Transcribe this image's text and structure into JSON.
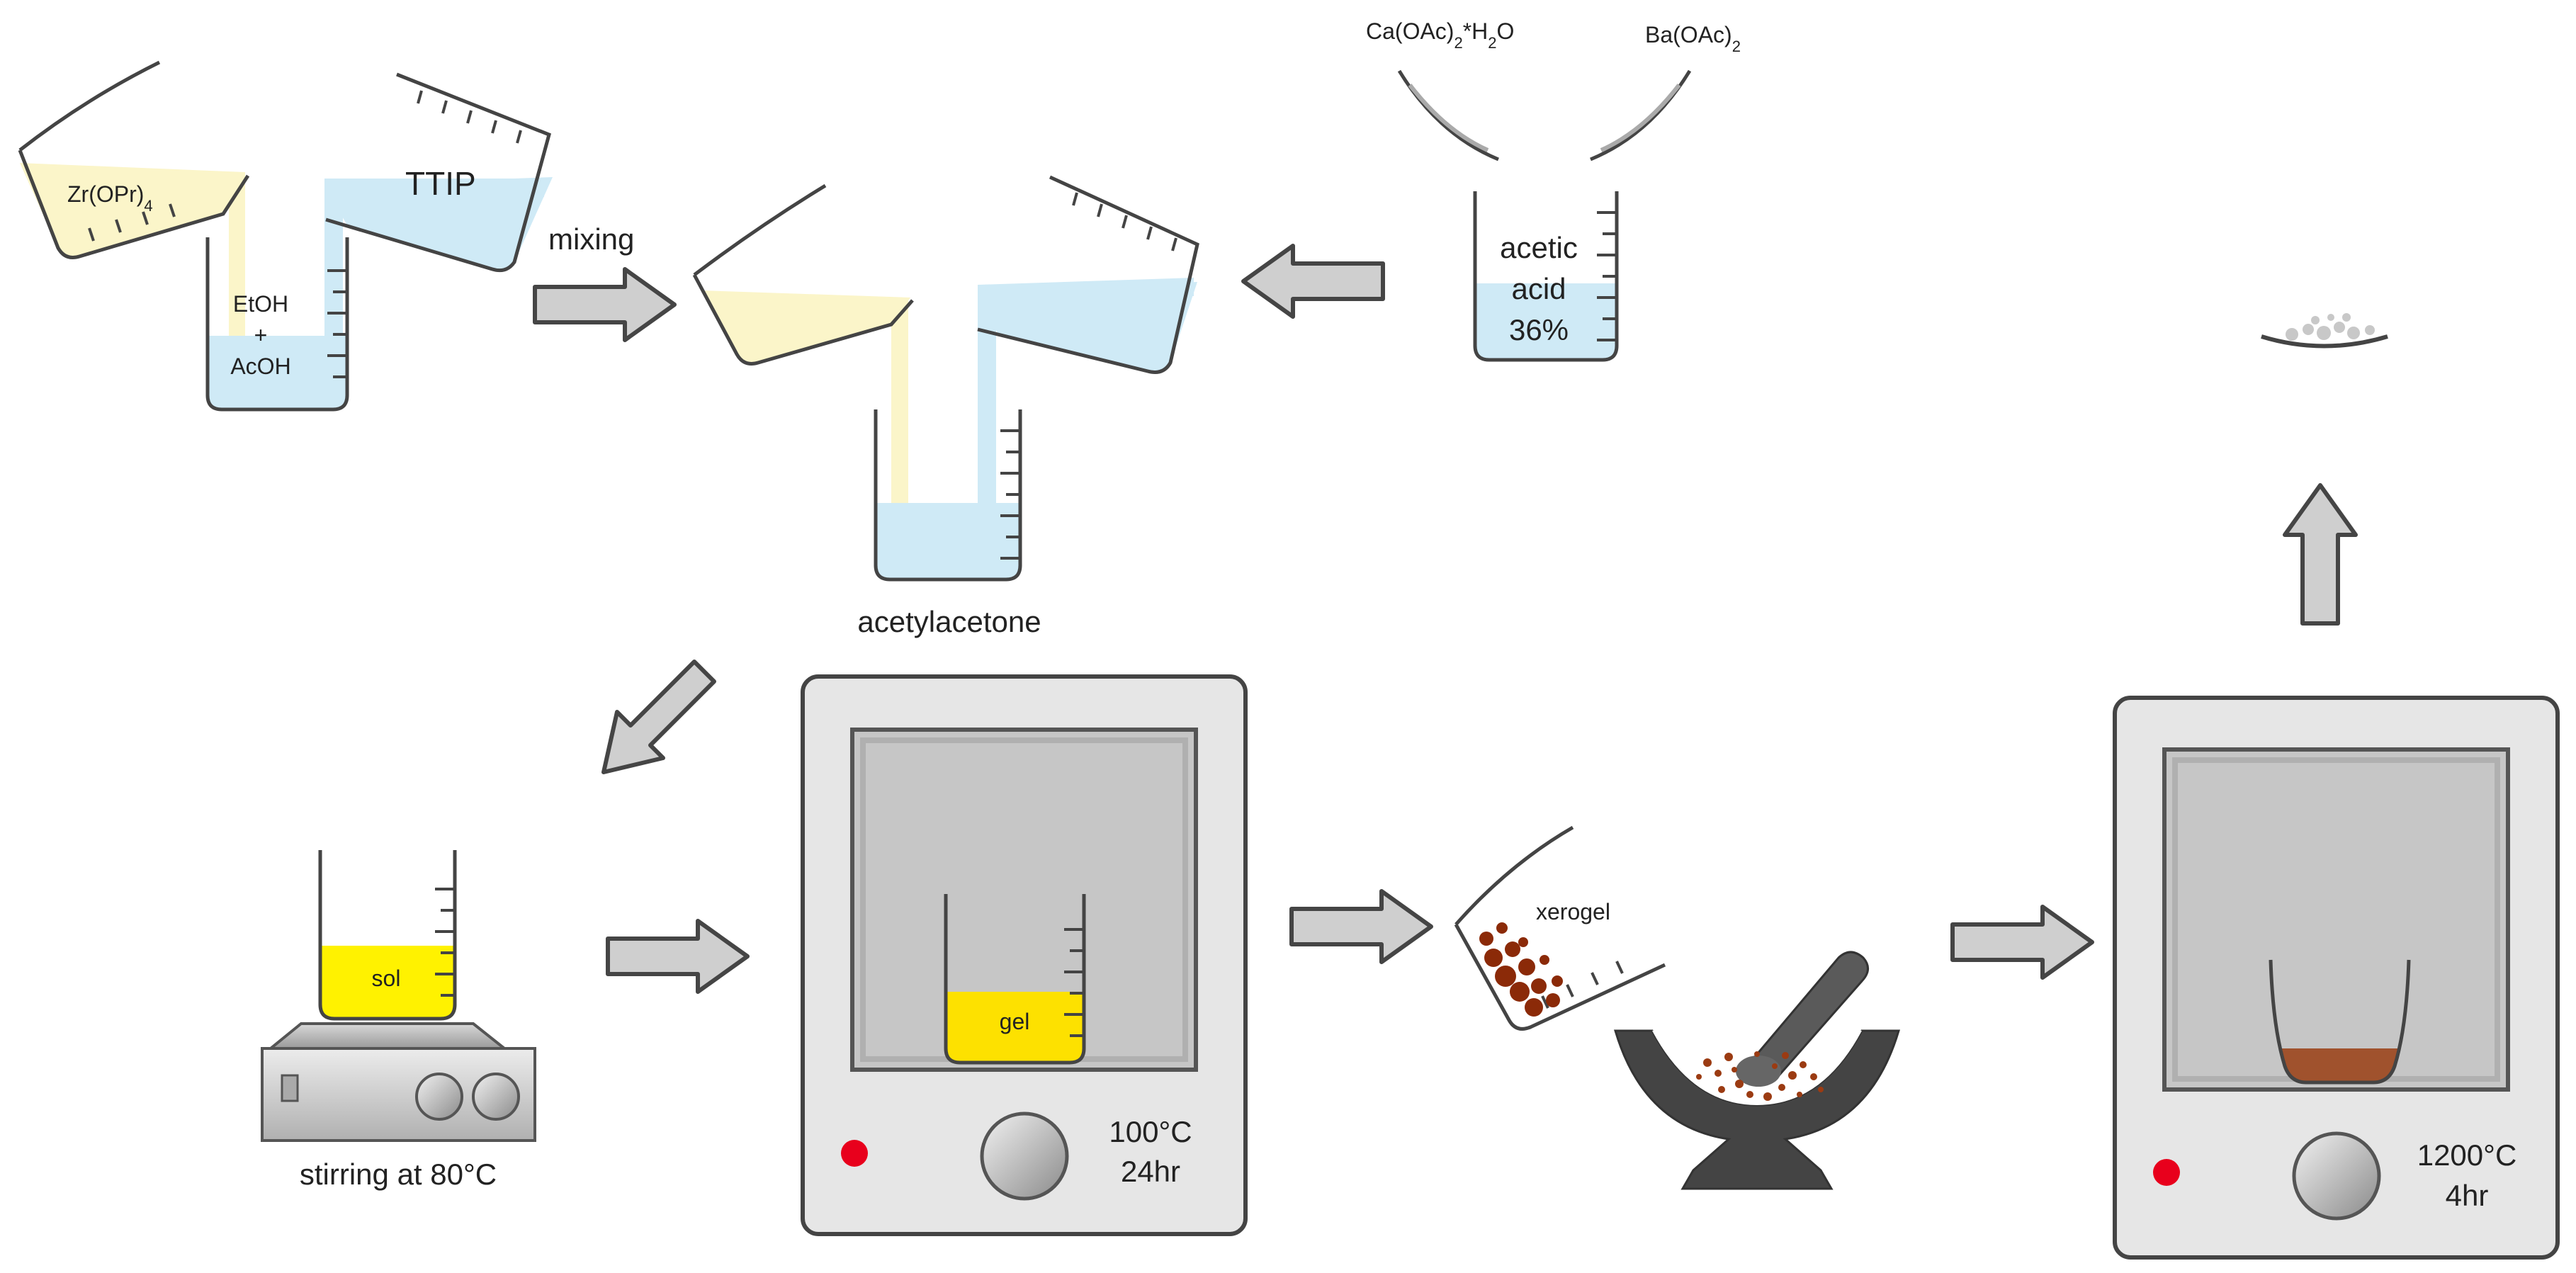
{
  "labels": {
    "zr": "Zr(OPr)",
    "zr_sub": "4",
    "ttip": "TTIP",
    "etoh": "EtOH",
    "plus": "+",
    "acoh": "AcOH",
    "mixing": "mixing",
    "ca": "Ca(OAc)",
    "ca_sub": "2",
    "ca_rest": "*H",
    "ca_sub2": "2",
    "ca_o": "O",
    "ba": "Ba(OAc)",
    "ba_sub": "2",
    "acetic": "acetic",
    "acid": "acid",
    "pct": "36%",
    "acetylacetone": "acetylacetone",
    "sol": "sol",
    "stirring": "stirring at 80°C",
    "gel": "gel",
    "oven1_temp": "100°C",
    "oven1_time": "24hr",
    "xerogel": "xerogel",
    "oven2_temp": "1200°C",
    "oven2_time": "4hr"
  },
  "colors": {
    "yellow_liquid": "#fbf5c9",
    "blue_liquid": "#cfeaf6",
    "sol_yellow": "#fff200",
    "gel_yellow": "#fde100",
    "xerogel_brown": "#8b2a08",
    "crucible_brown": "#a0522d",
    "oven_frame": "#e6e6e6",
    "oven_window": "#c6c6c6",
    "indicator_red": "#e8001c",
    "arrow_fill": "#cfcfcf",
    "arrow_stroke": "#454545"
  }
}
